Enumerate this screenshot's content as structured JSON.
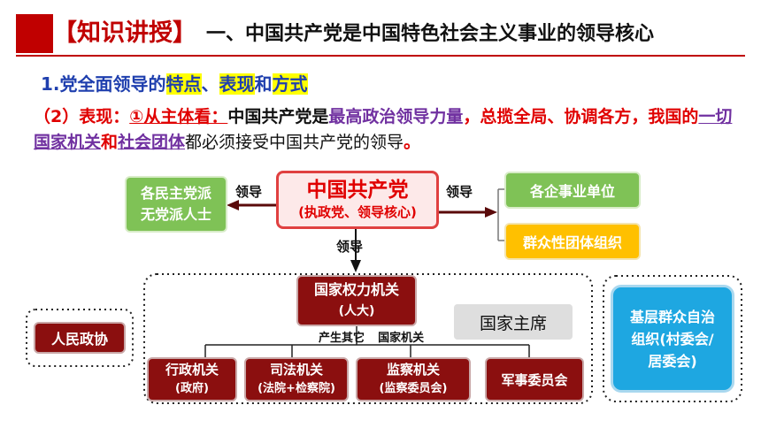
{
  "header": {
    "tag": "【知识讲授】",
    "title": "一、中国共产党是中国特色社会主义事业的领导核心"
  },
  "subtitle": {
    "prefix": "1.党全面领导的",
    "k1": "特点",
    "sep1": "、",
    "k2": "表现",
    "sep2": "和",
    "k3": "方式"
  },
  "paragraph": {
    "p1": "（2）表现：",
    "p2": "①从主体看：",
    "p3": "中国共产党是",
    "p4": "最高政治领导力量",
    "p5": "，总揽全局、协调各方，我国的",
    "p6": "一切国家机关",
    "p7": "和",
    "p8": "社会团体",
    "p9": "都必须接受中国共产党的领导",
    "p10": "。"
  },
  "diagram": {
    "party": {
      "name": "中国共产党",
      "sub": "(执政党、领导核心)"
    },
    "democratic": {
      "line1": "各民主党派",
      "line2": "无党派人士"
    },
    "enterprises": "各企事业单位",
    "mass_orgs": "群众性团体组织",
    "lead_left": "领导",
    "lead_right": "领导",
    "lead_down": "领导",
    "npc": {
      "name": "国家权力机关",
      "sub": "(人大)"
    },
    "president": "国家主席",
    "generate": "产生其它",
    "state_organs": "国家机关",
    "cppcc": "人民政协",
    "admin": {
      "name": "行政机关",
      "sub": "(政府)"
    },
    "judicial": {
      "name": "司法机关",
      "sub": "(法院+检察院)"
    },
    "supervision": {
      "name": "监察机关",
      "sub": "(监察委员会)"
    },
    "military": "军事委员会",
    "grassroots": {
      "line1": "基层群众自治",
      "line2": "组织(村委会/",
      "line3": "居委会)"
    }
  }
}
